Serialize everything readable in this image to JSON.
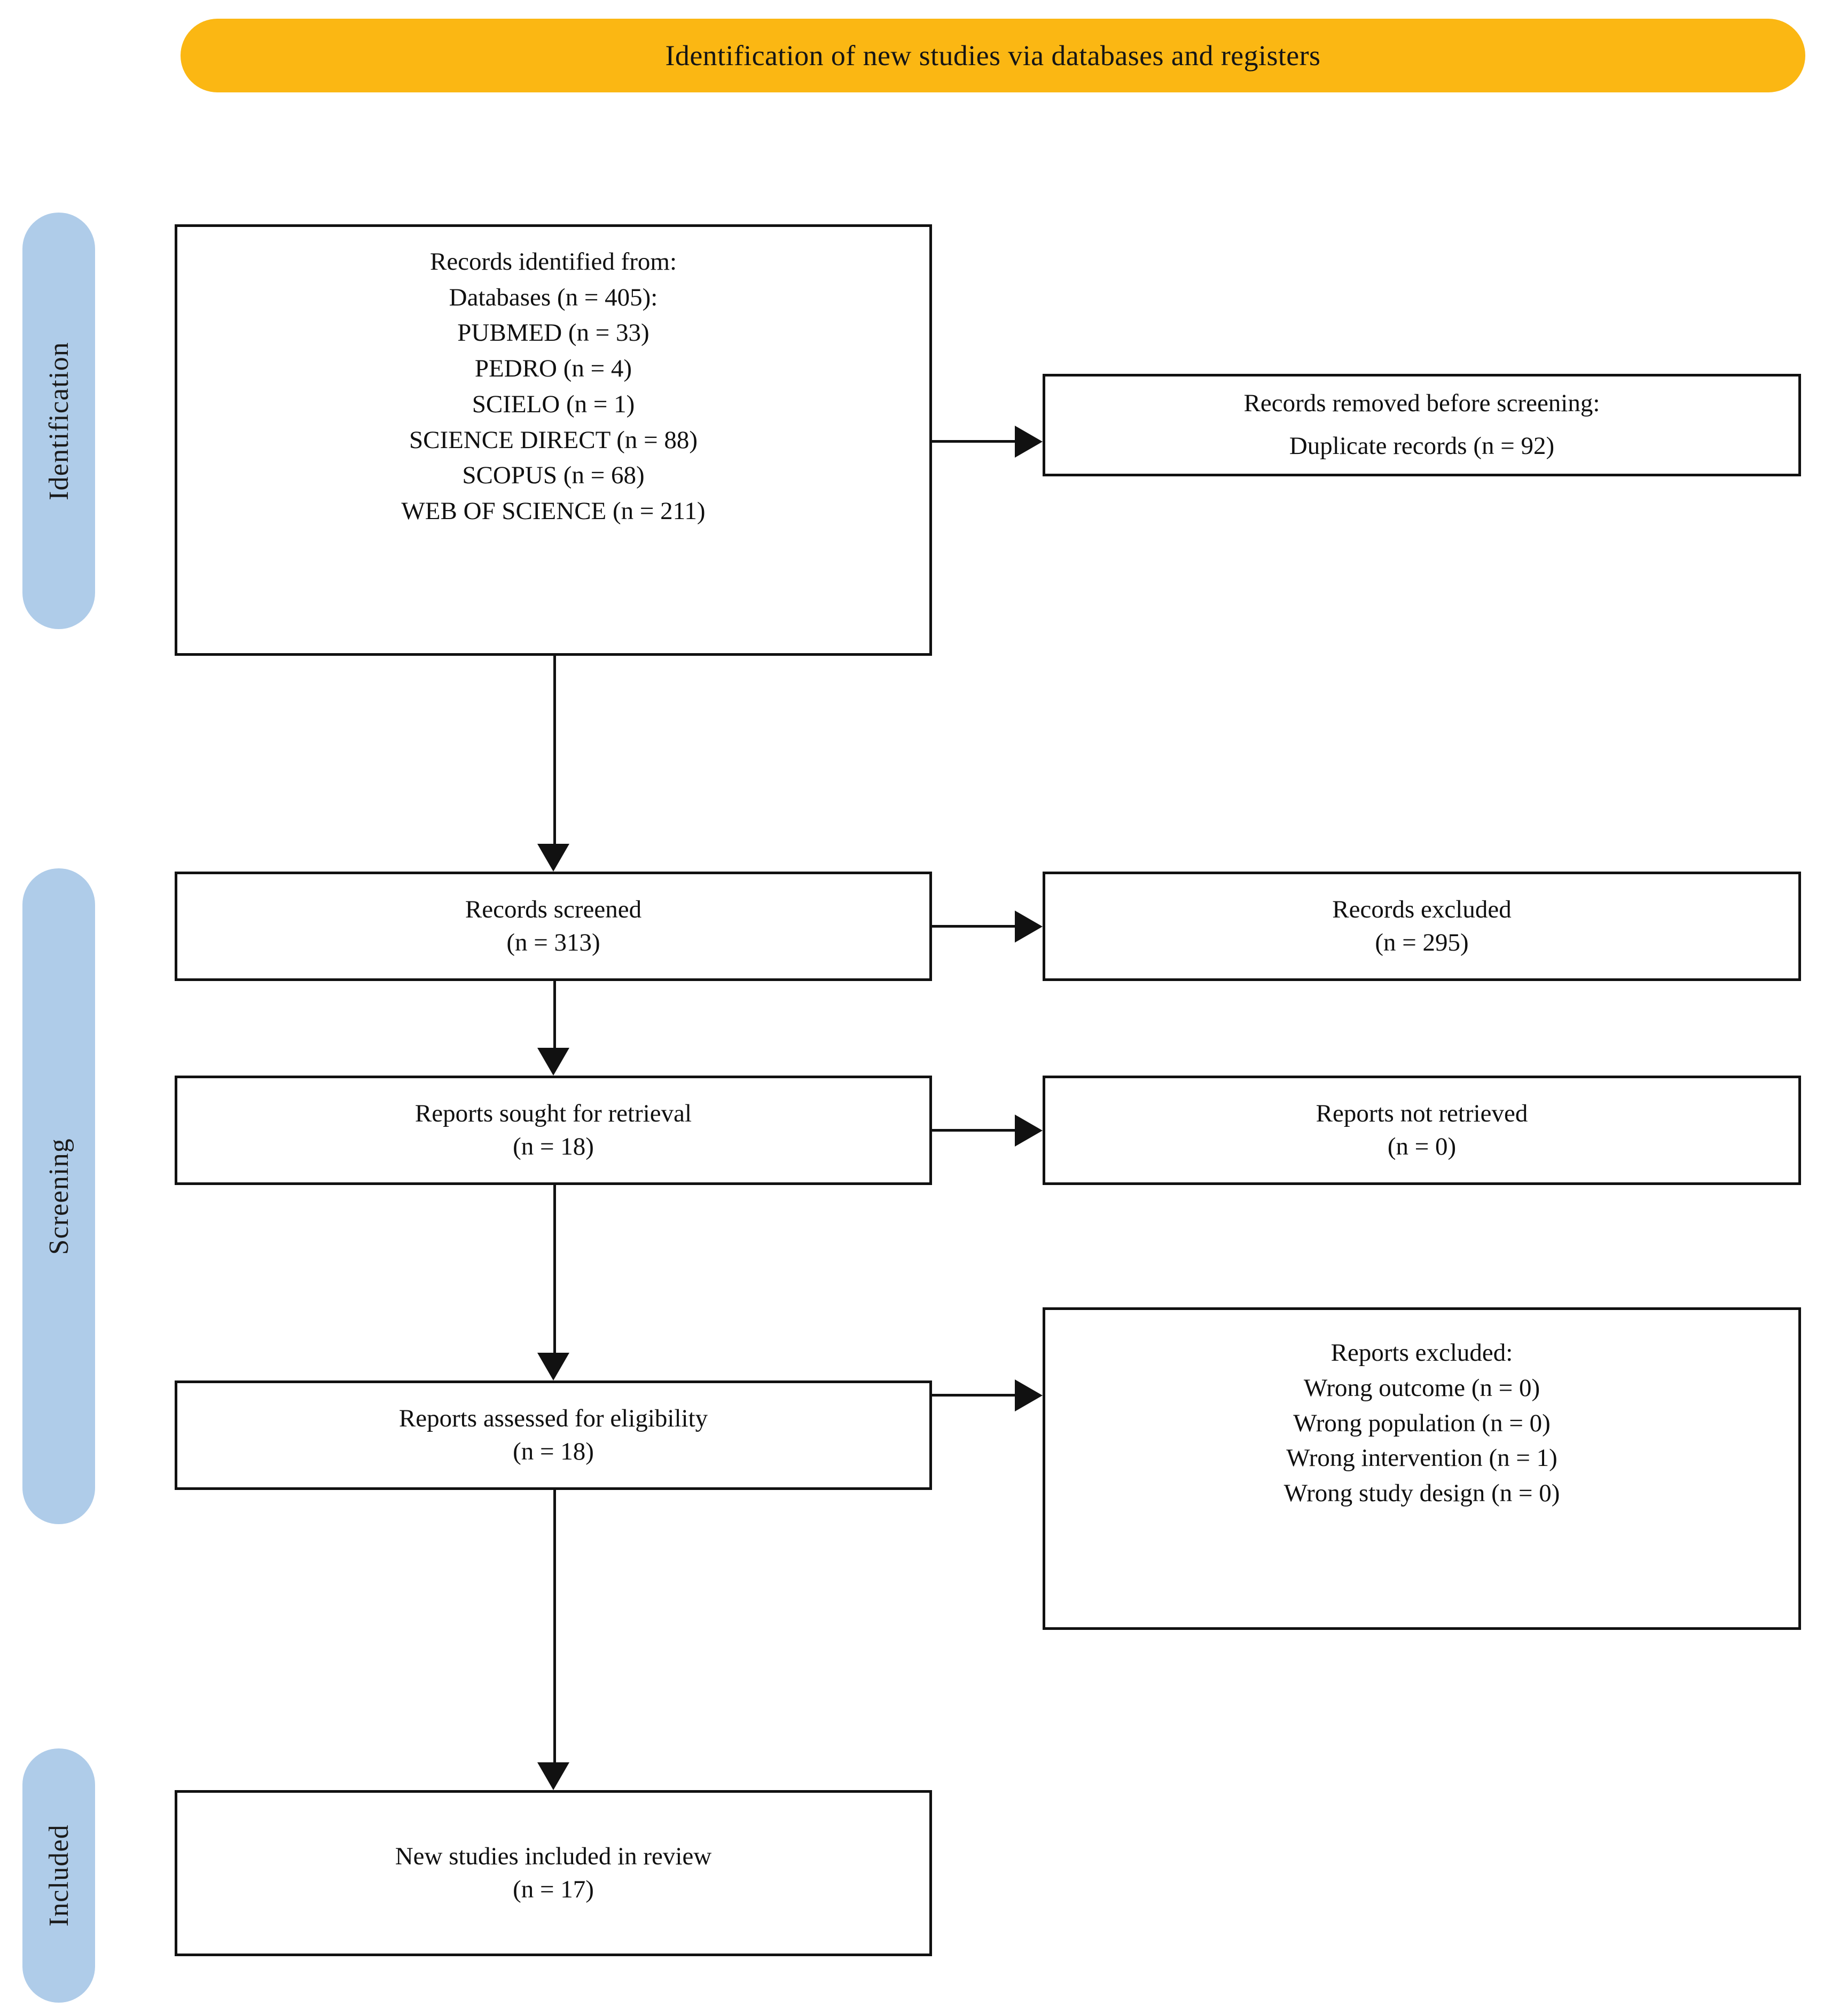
{
  "banner": {
    "title": "Identification of new studies via databases and registers",
    "color": "#FBB713"
  },
  "rail": {
    "color": "#AFCCE9",
    "stages": [
      {
        "label": "Identification"
      },
      {
        "label": "Screening"
      },
      {
        "label": "Included"
      }
    ]
  },
  "boxes": {
    "identified": {
      "lines": [
        "Records identified from:",
        "Databases (n = 405):",
        "PUBMED (n = 33)",
        "PEDRO (n = 4)",
        "SCIELO (n = 1)",
        "SCIENCE DIRECT (n = 88)",
        "SCOPUS (n = 68)",
        "WEB OF SCIENCE (n = 211)"
      ]
    },
    "removed": {
      "lines": [
        "Records removed before screening:",
        "Duplicate records (n = 92)"
      ]
    },
    "screened": {
      "lines": [
        "Records screened",
        "(n = 313)"
      ]
    },
    "excluded_records": {
      "lines": [
        "Records excluded",
        "(n = 295)"
      ]
    },
    "sought": {
      "lines": [
        "Reports sought for retrieval",
        "(n = 18)"
      ]
    },
    "not_retrieved": {
      "lines": [
        "Reports not retrieved",
        "(n = 0)"
      ]
    },
    "eligibility": {
      "lines": [
        "Reports assessed for eligibility",
        "(n = 18)"
      ]
    },
    "reports_excluded": {
      "lines": [
        "Reports excluded:",
        "Wrong outcome (n = 0)",
        "Wrong population (n = 0)",
        "Wrong intervention (n = 1)",
        "Wrong study design (n = 0)"
      ]
    },
    "included": {
      "lines": [
        "New studies included in review",
        "(n = 17)"
      ]
    }
  },
  "chart_data": {
    "type": "flowchart",
    "title": "Identification of new studies via databases and registers",
    "stages": [
      "Identification",
      "Screening",
      "Included"
    ],
    "nodes": [
      {
        "id": "identified",
        "stage": "Identification",
        "label": "Records identified from: Databases",
        "n": 405
      },
      {
        "id": "pubmed",
        "stage": "Identification",
        "label": "PUBMED",
        "n": 33
      },
      {
        "id": "pedro",
        "stage": "Identification",
        "label": "PEDRO",
        "n": 4
      },
      {
        "id": "scielo",
        "stage": "Identification",
        "label": "SCIELO",
        "n": 1
      },
      {
        "id": "science_direct",
        "stage": "Identification",
        "label": "SCIENCE DIRECT",
        "n": 88
      },
      {
        "id": "scopus",
        "stage": "Identification",
        "label": "SCOPUS",
        "n": 68
      },
      {
        "id": "web_of_science",
        "stage": "Identification",
        "label": "WEB OF SCIENCE",
        "n": 211
      },
      {
        "id": "duplicates",
        "stage": "Identification",
        "label": "Records removed before screening: Duplicate records",
        "n": 92
      },
      {
        "id": "screened",
        "stage": "Screening",
        "label": "Records screened",
        "n": 313
      },
      {
        "id": "records_excluded",
        "stage": "Screening",
        "label": "Records excluded",
        "n": 295
      },
      {
        "id": "sought",
        "stage": "Screening",
        "label": "Reports sought for retrieval",
        "n": 18
      },
      {
        "id": "not_retrieved",
        "stage": "Screening",
        "label": "Reports not retrieved",
        "n": 0
      },
      {
        "id": "eligibility",
        "stage": "Screening",
        "label": "Reports assessed for eligibility",
        "n": 18
      },
      {
        "id": "wrong_outcome",
        "stage": "Screening",
        "label": "Wrong outcome",
        "n": 0
      },
      {
        "id": "wrong_population",
        "stage": "Screening",
        "label": "Wrong population",
        "n": 0
      },
      {
        "id": "wrong_intervention",
        "stage": "Screening",
        "label": "Wrong intervention",
        "n": 1
      },
      {
        "id": "wrong_study_design",
        "stage": "Screening",
        "label": "Wrong study design",
        "n": 0
      },
      {
        "id": "included",
        "stage": "Included",
        "label": "New studies included in review",
        "n": 17
      }
    ],
    "edges": [
      {
        "from": "identified",
        "to": "duplicates",
        "direction": "right"
      },
      {
        "from": "identified",
        "to": "screened",
        "direction": "down"
      },
      {
        "from": "screened",
        "to": "records_excluded",
        "direction": "right"
      },
      {
        "from": "screened",
        "to": "sought",
        "direction": "down"
      },
      {
        "from": "sought",
        "to": "not_retrieved",
        "direction": "right"
      },
      {
        "from": "sought",
        "to": "eligibility",
        "direction": "down"
      },
      {
        "from": "eligibility",
        "to": "reports_excluded",
        "direction": "right"
      },
      {
        "from": "eligibility",
        "to": "included",
        "direction": "down"
      }
    ]
  }
}
